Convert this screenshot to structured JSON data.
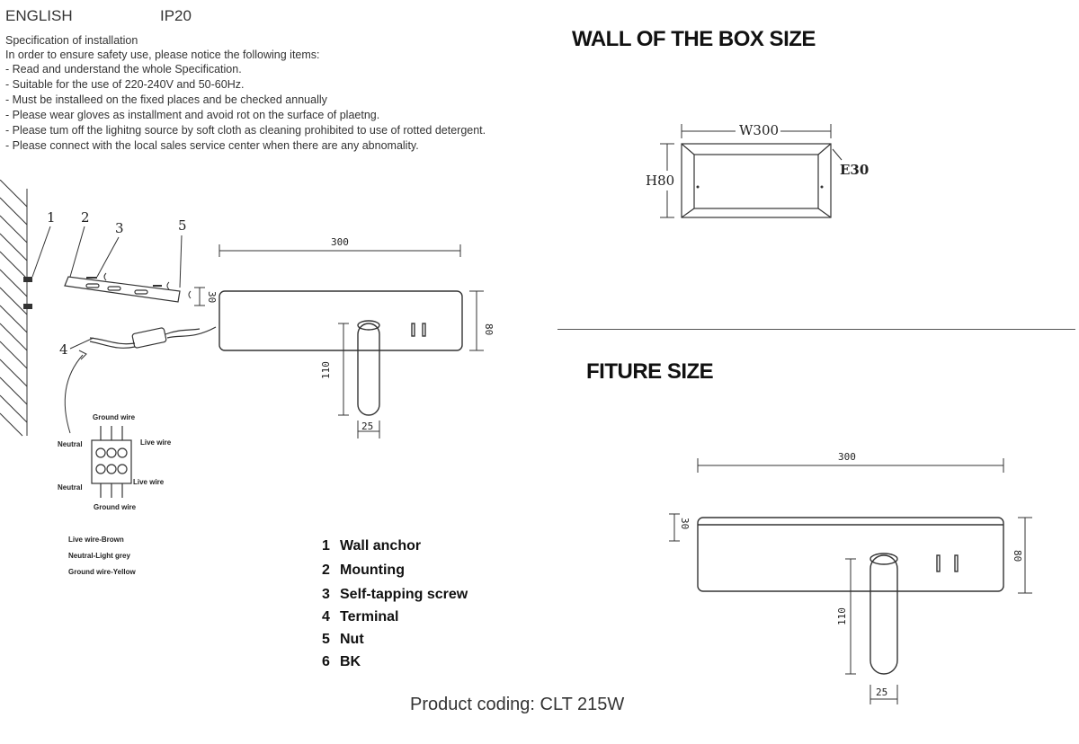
{
  "header": {
    "language": "ENGLISH",
    "rating": "IP20"
  },
  "spec": {
    "title": "Specification of installation",
    "intro": "In order to ensure safety use, please notice the following items:",
    "items": [
      "- Read and understand the whole Specification.",
      "- Suitable for the use of 220-240V and 50-60Hz.",
      "- Must be installeed on the fixed places and be checked annually",
      "- Please wear gloves as installment and avoid rot on the surface of plaetng.",
      "- Please tum off the lighitng source by soft cloth as cleaning prohibited to use of rotted detergent.",
      "- Please connect with the local sales service center when there are any abnomality."
    ]
  },
  "box_section": {
    "title": "WALL OF THE BOX SIZE",
    "width_label": "W300",
    "height_label": "H80",
    "depth_label": "E30"
  },
  "fixture_section": {
    "title": "FITURE SIZE",
    "width": "300",
    "depth": "30",
    "height": "80",
    "arm_length": "110",
    "arm_diameter": "25"
  },
  "install_diagram": {
    "callouts": [
      "1",
      "2",
      "3",
      "5",
      "4"
    ],
    "width": "300",
    "depth": "30",
    "height": "80",
    "arm_length": "110",
    "arm_diameter": "25",
    "wiring": {
      "ground_top": "Ground wire",
      "neutral_top": "Neutral",
      "live_top": "Live wire",
      "neutral_bottom": "Neutral",
      "live_bottom": "Live wire",
      "ground_bottom": "Ground wire"
    },
    "wire_colors": [
      "Live wire-Brown",
      "Neutral-Light grey",
      "Ground wire-Yellow"
    ]
  },
  "parts": [
    {
      "num": "1",
      "label": "Wall anchor"
    },
    {
      "num": "2",
      "label": "Mounting"
    },
    {
      "num": "3",
      "label": "Self-tapping screw"
    },
    {
      "num": "4",
      "label": "Terminal"
    },
    {
      "num": "5",
      "label": "Nut"
    },
    {
      "num": "6",
      "label": "BK"
    }
  ],
  "product_coding": "Product coding: CLT 215W"
}
